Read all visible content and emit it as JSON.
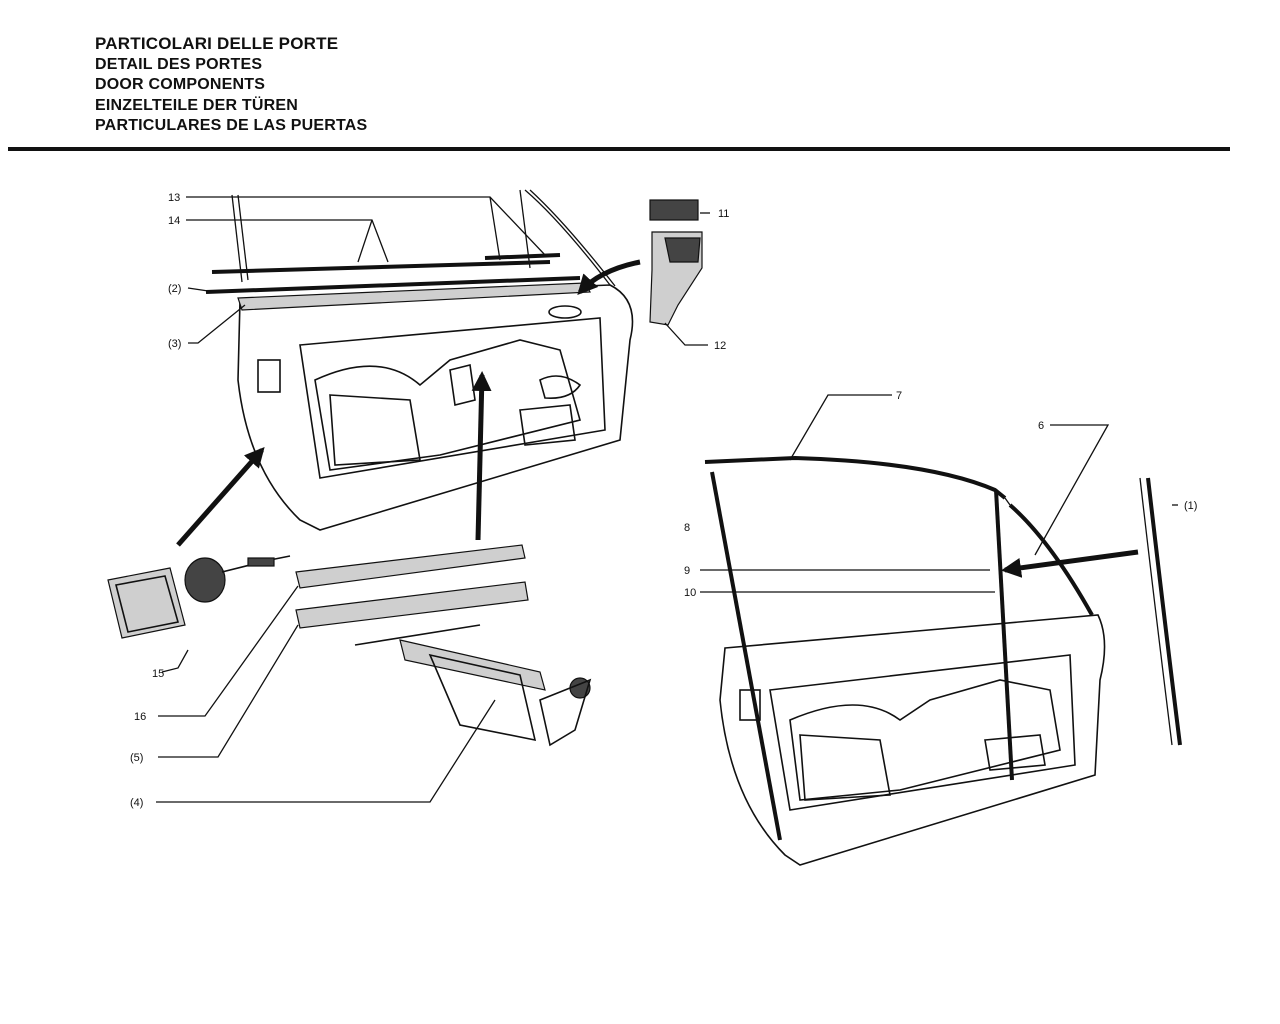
{
  "title": {
    "lines": [
      "PARTICOLARI DELLE PORTE",
      "DETAIL DES PORTES",
      "DOOR COMPONENTS",
      "EINZELTEILE DER TÜREN",
      "PARTICULARES DE LAS PUERTAS"
    ]
  },
  "callouts": {
    "c13": "13",
    "c14": "14",
    "c2": "(2)",
    "c3": "(3)",
    "c11": "11",
    "c12": "12",
    "c7": "7",
    "c6": "6",
    "c8": "8",
    "c9": "9",
    "c10": "10",
    "c1": "(1)",
    "c15": "15",
    "c16": "16",
    "c5": "(5)",
    "c4": "(4)"
  }
}
